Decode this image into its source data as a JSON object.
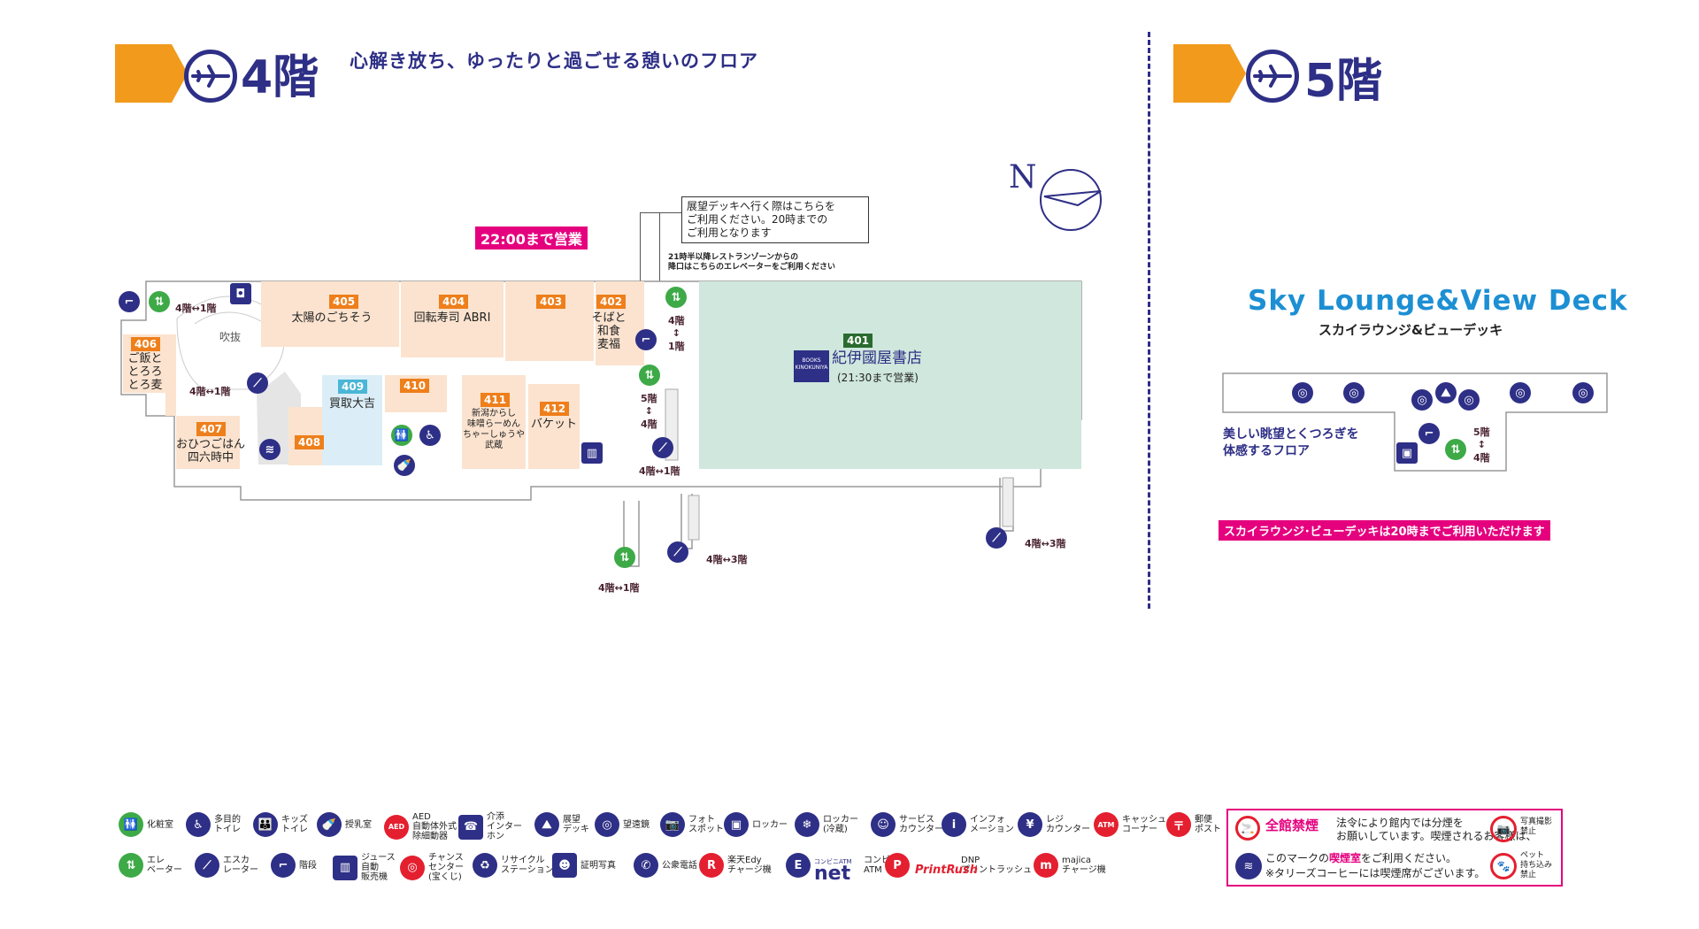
{
  "floor4": {
    "title": "4階",
    "tagline": "心解き放ち、ゆったりと過ごせる憩いのフロア",
    "hours_badge": "22:00まで営業",
    "compass": "N",
    "deck_note": "展望デッキへ行く際はこちらを\nご利用ください。20時までの\nご利用となります",
    "night_note": "21時半以降レストランゾーンからの\n降口はこちらのエレベーターをご利用ください",
    "atrium": "吹抜",
    "shops": {
      "s401": {
        "num": "401",
        "name": "紀伊國屋書店",
        "hours": "(21:30まで営業)",
        "logo_top": "BOOKS",
        "logo_bottom": "KINOKUNIYA"
      },
      "s402": {
        "num": "402",
        "name": "そばと\n和食\n麦福"
      },
      "s403": {
        "num": "403",
        "name": ""
      },
      "s404": {
        "num": "404",
        "name": "回転寿司 ABRI"
      },
      "s405": {
        "num": "405",
        "name": "太陽のごちそう"
      },
      "s406": {
        "num": "406",
        "name": "ご飯と\nとろろ\nとろ麦"
      },
      "s407": {
        "num": "407",
        "name": "おひつごはん\n四六時中"
      },
      "s408": {
        "num": "408",
        "name": ""
      },
      "s409": {
        "num": "409",
        "name": "買取大吉"
      },
      "s410": {
        "num": "410",
        "name": ""
      },
      "s411": {
        "num": "411",
        "name": "新潟からし\n味噌らーめん\nちゃーしゅうや\n武蔵"
      },
      "s412": {
        "num": "412",
        "name": "バケット"
      }
    },
    "directions": {
      "d1": "4階↔1階",
      "d2": "4階↔1階",
      "d3": "4階\n↕\n1階",
      "d4": "5階\n↕\n4階",
      "d5": "4階↔1階",
      "d6": "4階↔3階",
      "d7": "4階↔1階",
      "d8": "4階↔3階"
    }
  },
  "floor5": {
    "title": "5階",
    "lounge_en": "Sky Lounge&View Deck",
    "lounge_ja": "スカイラウンジ&ビューデッキ",
    "description": "美しい眺望とくつろぎを\n体感するフロア",
    "elevator_label": "5階\n↕\n4階",
    "notice": "スカイラウンジ･ビューデッキは20時までご利用いただけます"
  },
  "legend": {
    "row1": [
      {
        "icon": "toilet-icon",
        "glyph": "🚻",
        "label": "化粧室",
        "style": "green"
      },
      {
        "icon": "accessible-toilet-icon",
        "glyph": "♿",
        "label": "多目的\nトイレ",
        "style": ""
      },
      {
        "icon": "kids-toilet-icon",
        "glyph": "👪",
        "label": "キッズ\nトイレ",
        "style": ""
      },
      {
        "icon": "nursing-room-icon",
        "glyph": "🍼",
        "label": "授乳室",
        "style": ""
      },
      {
        "icon": "aed-icon",
        "glyph": "AED",
        "label": "AED\n自動体外式\n除細動器",
        "style": "red"
      },
      {
        "icon": "intercom-icon",
        "glyph": "☎",
        "label": "介添\nインター\nホン",
        "style": "sq"
      },
      {
        "icon": "observation-deck-icon",
        "glyph": "⛰",
        "label": "展望\nデッキ",
        "style": ""
      },
      {
        "icon": "telescope-icon",
        "glyph": "◎",
        "label": "望遠鏡",
        "style": ""
      },
      {
        "icon": "photo-spot-icon",
        "glyph": "📷",
        "label": "フォト\nスポット",
        "style": ""
      },
      {
        "icon": "locker-icon",
        "glyph": "▣",
        "label": "ロッカー",
        "style": ""
      },
      {
        "icon": "cold-locker-icon",
        "glyph": "❄",
        "label": "ロッカー\n(冷蔵)",
        "style": ""
      },
      {
        "icon": "service-counter-icon",
        "glyph": "☺",
        "label": "サービス\nカウンター",
        "style": ""
      },
      {
        "icon": "information-icon",
        "glyph": "i",
        "label": "インフォ\nメーション",
        "style": ""
      },
      {
        "icon": "register-counter-icon",
        "glyph": "¥",
        "label": "レジ\nカウンター",
        "style": ""
      },
      {
        "icon": "atm-icon",
        "glyph": "ATM",
        "label": "キャッシュ\nコーナー",
        "style": "red"
      },
      {
        "icon": "post-box-icon",
        "glyph": "〒",
        "label": "郵便\nポスト",
        "style": "red"
      }
    ],
    "row2": [
      {
        "icon": "elevator-icon",
        "glyph": "⇅",
        "label": "エレ\nベーター",
        "style": "green"
      },
      {
        "icon": "escalator-icon",
        "glyph": "⟋",
        "label": "エスカ\nレーター",
        "style": ""
      },
      {
        "icon": "stairs-icon",
        "glyph": "⌐",
        "label": "階段",
        "style": ""
      },
      {
        "icon": "vending-machine-icon",
        "glyph": "▥",
        "label": "ジュース\n自動\n販売機",
        "style": "sq"
      },
      {
        "icon": "lottery-center-icon",
        "glyph": "◎",
        "label": "チャンス\nセンター\n(宝くじ)",
        "style": "red"
      },
      {
        "icon": "recycle-station-icon",
        "glyph": "♻",
        "label": "リサイクル\nステーション",
        "style": ""
      },
      {
        "icon": "id-photo-icon",
        "glyph": "☻",
        "label": "証明写真",
        "style": "sq"
      },
      {
        "icon": "public-phone-icon",
        "glyph": "✆",
        "label": "公衆電話",
        "style": ""
      },
      {
        "icon": "rakuten-edy-icon",
        "glyph": "R",
        "label": "楽天Edy\nチャージ機",
        "style": "red"
      },
      {
        "icon": "enet-atm-icon",
        "glyph": "E",
        "label": "コンビニ\nATM",
        "style": ""
      },
      {
        "icon": "printrush-icon",
        "glyph": "P",
        "label": "DNP\nプリントラッシュ",
        "style": "red"
      },
      {
        "icon": "majica-icon",
        "glyph": "m",
        "label": "majica\nチャージ機",
        "style": "red"
      }
    ],
    "enet_text": "net",
    "enet_small": "コンビニATM",
    "printrush_text": "PrintRush",
    "no_smoking_title": "全館禁煙",
    "no_smoking_text": "法令により館内では分煙を\nお願いしています。喫煙されるお客様は、",
    "smoking_room_text_a": "このマークの",
    "smoking_room_text_b": "喫煙室",
    "smoking_room_text_c": "をご利用ください。",
    "tullys_note": "※タリーズコーヒーには喫煙席がございます。",
    "no_photo": "写真撮影\n禁止",
    "no_pets": "ペット\n持ち込み\n禁止"
  },
  "colors": {
    "navy": "#2e2f86",
    "orange": "#f29a1c",
    "magenta": "#e5007e",
    "sky": "#1d8fd3",
    "mint": "#cfe7dc"
  }
}
